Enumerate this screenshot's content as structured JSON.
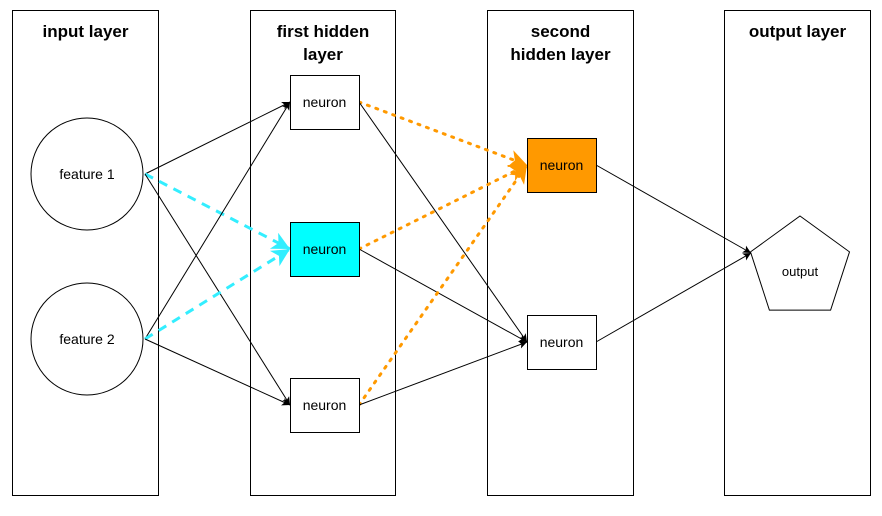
{
  "layers": [
    {
      "id": "input",
      "title_lines": [
        "input layer"
      ]
    },
    {
      "id": "hidden1",
      "title_lines": [
        "first hidden",
        "layer"
      ]
    },
    {
      "id": "hidden2",
      "title_lines": [
        "second",
        "hidden layer"
      ]
    },
    {
      "id": "output",
      "title_lines": [
        "output layer"
      ]
    }
  ],
  "nodes": [
    {
      "id": "f1",
      "label": "feature 1",
      "shape": "circle",
      "fill": "#ffffff"
    },
    {
      "id": "f2",
      "label": "feature 2",
      "shape": "circle",
      "fill": "#ffffff"
    },
    {
      "id": "h1a",
      "label": "neuron",
      "shape": "rect",
      "fill": "#ffffff"
    },
    {
      "id": "h1b",
      "label": "neuron",
      "shape": "rect",
      "fill": "#00ffff"
    },
    {
      "id": "h1c",
      "label": "neuron",
      "shape": "rect",
      "fill": "#ffffff"
    },
    {
      "id": "h2a",
      "label": "neuron",
      "shape": "rect",
      "fill": "#ff9900"
    },
    {
      "id": "h2b",
      "label": "neuron",
      "shape": "rect",
      "fill": "#ffffff"
    },
    {
      "id": "out",
      "label": "output",
      "shape": "pentagon",
      "fill": "#ffffff"
    }
  ],
  "edges": [
    {
      "from": "f1",
      "to": "h1a",
      "style": "solid",
      "color": "#000000"
    },
    {
      "from": "f1",
      "to": "h1b",
      "style": "dashed",
      "color": "#33eeff"
    },
    {
      "from": "f1",
      "to": "h1c",
      "style": "solid",
      "color": "#000000"
    },
    {
      "from": "f2",
      "to": "h1a",
      "style": "solid",
      "color": "#000000"
    },
    {
      "from": "f2",
      "to": "h1b",
      "style": "dashed",
      "color": "#33eeff"
    },
    {
      "from": "f2",
      "to": "h1c",
      "style": "solid",
      "color": "#000000"
    },
    {
      "from": "h1a",
      "to": "h2a",
      "style": "dotted",
      "color": "#ff9900"
    },
    {
      "from": "h1a",
      "to": "h2b",
      "style": "solid",
      "color": "#000000"
    },
    {
      "from": "h1b",
      "to": "h2a",
      "style": "dotted",
      "color": "#ff9900"
    },
    {
      "from": "h1b",
      "to": "h2b",
      "style": "solid",
      "color": "#000000"
    },
    {
      "from": "h1c",
      "to": "h2a",
      "style": "dotted",
      "color": "#ff9900"
    },
    {
      "from": "h1c",
      "to": "h2b",
      "style": "solid",
      "color": "#000000"
    },
    {
      "from": "h2a",
      "to": "out",
      "style": "solid",
      "color": "#000000"
    },
    {
      "from": "h2b",
      "to": "out",
      "style": "solid",
      "color": "#000000"
    }
  ]
}
